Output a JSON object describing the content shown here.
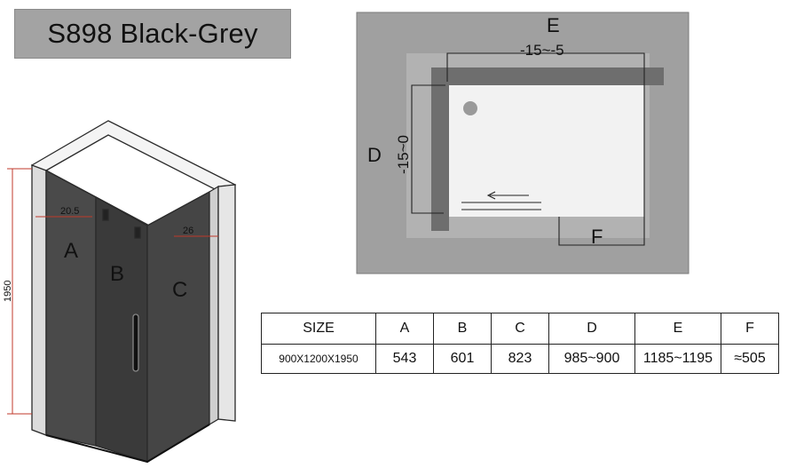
{
  "title": "S898 Black-Grey",
  "iso_view": {
    "panel_labels": [
      "A",
      "B",
      "C"
    ],
    "dim_height": "1950",
    "dim_left_gap": "20.5",
    "dim_right_gap": "26"
  },
  "plan_view": {
    "label_e": "E",
    "label_d": "D",
    "label_f": "F",
    "adjust_e": "-15~-5",
    "adjust_d": "-15~0"
  },
  "table": {
    "headers": [
      "SIZE",
      "A",
      "B",
      "C",
      "D",
      "E",
      "F"
    ],
    "rows": [
      [
        "900X1200X1950",
        "543",
        "601",
        "823",
        "985~900",
        "1185~1195",
        "≈505"
      ]
    ]
  }
}
